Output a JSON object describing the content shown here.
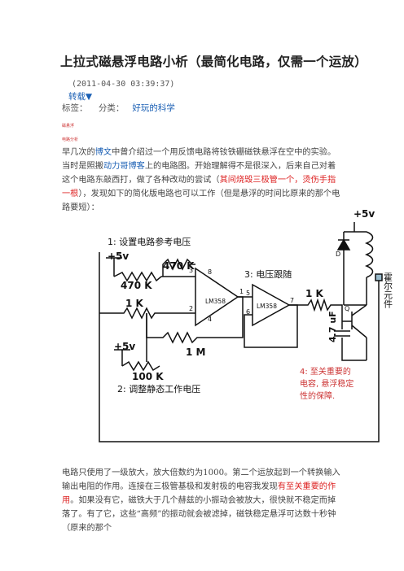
{
  "article": {
    "title": "上拉式磁悬浮电路小析（最简化电路，仅需一个运放）",
    "date": "(2011-04-30 03:39:37)",
    "repost_label": "转载▼",
    "tags_label": "标签：",
    "category_label": "分类：",
    "category_value": "好玩的科学",
    "tag1": "磁悬浮",
    "tag2": "电路分析"
  },
  "para1": {
    "s1": "早几次的",
    "link1": "博文",
    "s2": "中曾介绍过一个用反馈电路将钕铁硼磁铁悬浮在空中的实验。当时是照搬",
    "link2": "动力哥博客",
    "s3": "上的电路图。开始理解得不是很深入，后来自己对着这个电路东敲西打，做了各种改动的尝试（",
    "red1": "其间烧毁三极管一个，烫伤手指一根",
    "s4": "），发现如下的简化版电路也可以工作（但是悬浮的时间比原来的那个电路要短）："
  },
  "para2": {
    "s1": "电路只使用了一级放大，放大倍数约为1000。第二个运放起到一个转换输入输出电阻的作用。连接在三极管基极和发射极的电容我发现",
    "red1": "有至关重要的作用",
    "s2": "。如果没有它，磁铁大于几个赫兹的小振动会被放大，很快就不稳定而掉落了。有了它，这些“高频”的振动就会被滤掉，磁铁稳定悬浮可达数十秒钟（原来的那个"
  },
  "circuit": {
    "label1": "1:  设置电路参考电压",
    "label2": "2:  调整静态工作电压",
    "label3": "3:  电压跟随",
    "label4a": "4:  至关重要的",
    "label4b": "电容, 悬浮稳定",
    "label4c": "性的保障.",
    "v1": "+5v",
    "v2": "+5v",
    "v3": "+5v",
    "r1": "470 K",
    "r2": "470 K",
    "r3": "1 K",
    "r4": "1 M",
    "r5": "100 K",
    "r6": "1 K",
    "cap": "4.7 uF",
    "op1": "LM358",
    "op2": "LM358",
    "pin3": "3",
    "pin8": "8",
    "pin2": "2",
    "pin4": "4",
    "pin1": "1",
    "pin5": "5",
    "pin6": "6",
    "pin7": "7",
    "diode": "D",
    "transistor": "Q",
    "hall": "霍尔元件"
  }
}
